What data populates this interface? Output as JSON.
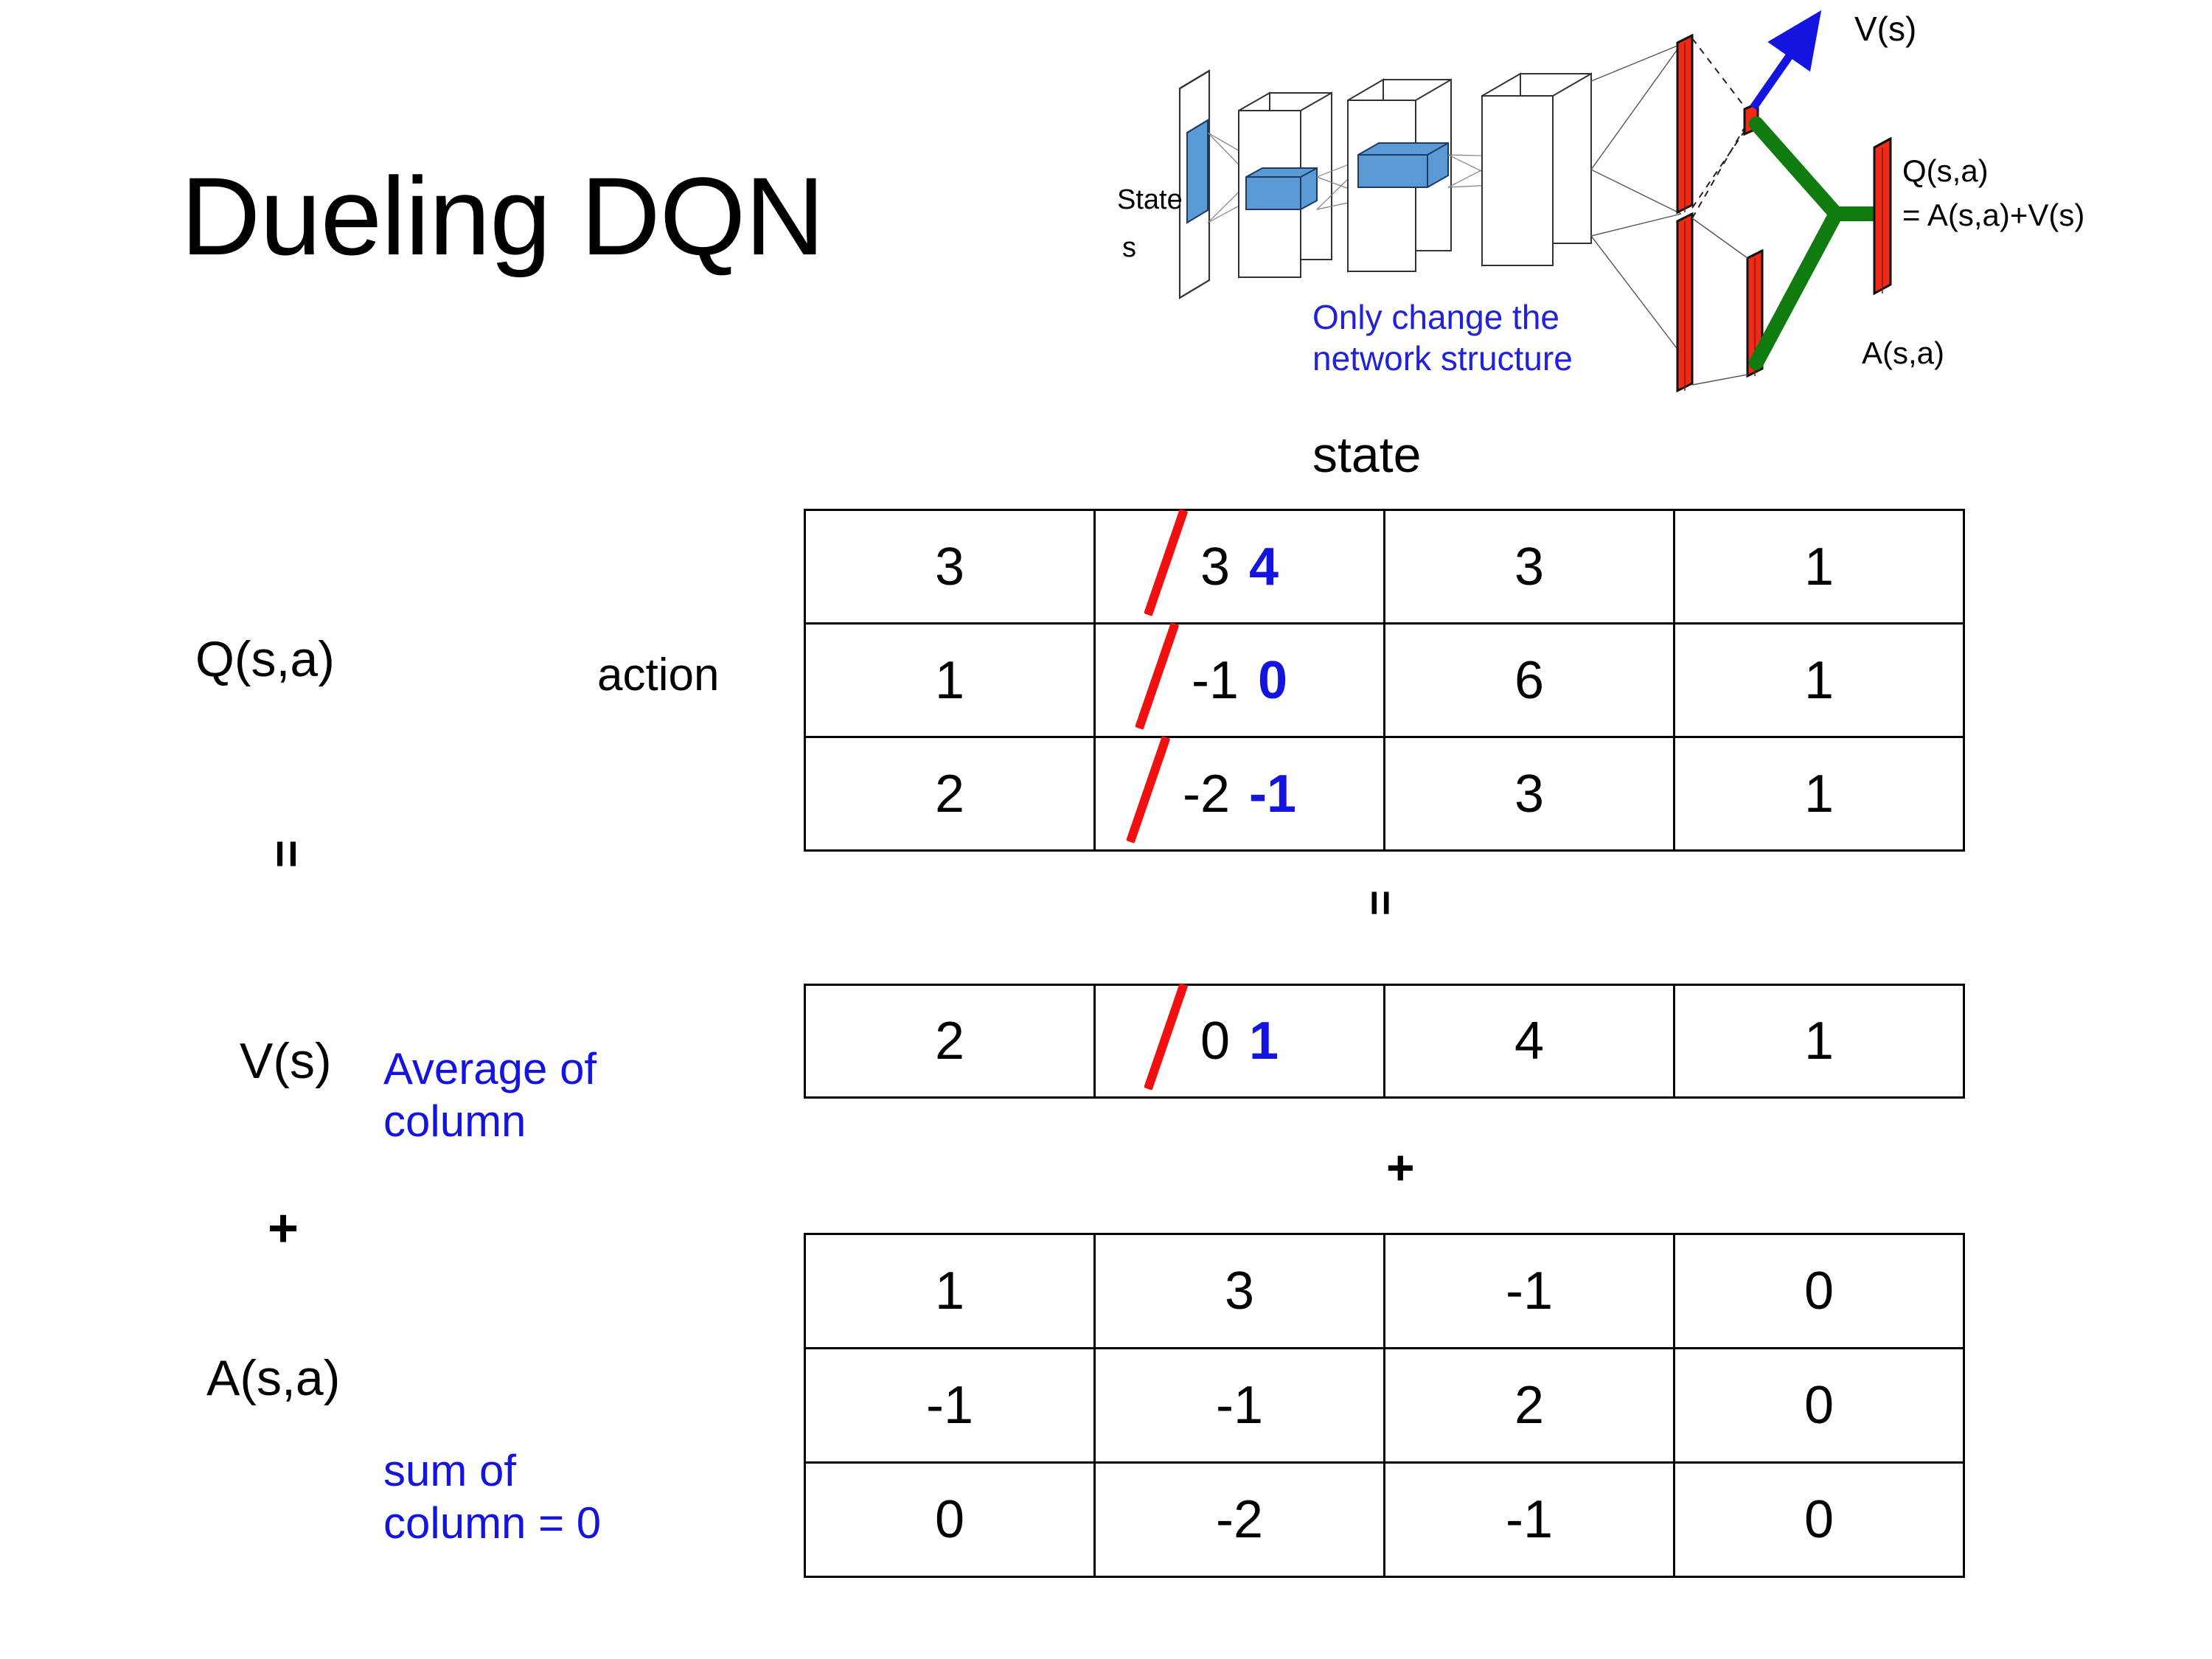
{
  "slide": {
    "title": "Dueling DQN"
  },
  "diagram": {
    "state_label": "State",
    "state_sub": "s",
    "note": "Only change the\nnetwork structure",
    "v_label": "V(s)",
    "a_label": "A(s,a)",
    "q_label_line1": "Q(s,a)",
    "q_label_line2": "= A(s,a)+V(s)",
    "colors": {
      "bar_red": "#EE2B16",
      "bar_blue": "#5B9BD5",
      "arrow_blue": "#1414E0",
      "merge_green": "#107C10",
      "note_blue": "#2020DD"
    }
  },
  "labels": {
    "state_axis": "state",
    "action_axis": "action",
    "q_row": "Q(s,a)",
    "v_row": "V(s)",
    "a_row": "A(s,a)",
    "equals_left": "=",
    "equals_mid": "=",
    "plus_left": "+",
    "plus_mid": "+"
  },
  "notes": {
    "average_of_column": "Average of\ncolumn",
    "sum_of_column": "sum of\ncolumn = 0",
    "color": "#1414E0"
  },
  "chart_data": {
    "type": "table",
    "title": "Dueling DQN value decomposition Q(s,a) = V(s) + A(s,a)",
    "xlabel": "state",
    "ylabel": "action",
    "tables": [
      {
        "name": "Q(s,a)",
        "rows": 3,
        "cols": 4,
        "values": [
          [
            "3",
            "3",
            "3",
            "1"
          ],
          [
            "1",
            "-1",
            "6",
            "1"
          ],
          [
            "2",
            "-2",
            "3",
            "1"
          ]
        ],
        "corrections": [
          {
            "row": 0,
            "col": 1,
            "old": "3",
            "new": "4"
          },
          {
            "row": 1,
            "col": 1,
            "old": "-1",
            "new": "0"
          },
          {
            "row": 2,
            "col": 1,
            "old": "-2",
            "new": "-1"
          }
        ]
      },
      {
        "name": "V(s)",
        "rows": 1,
        "cols": 4,
        "values": [
          [
            "2",
            "0",
            "4",
            "1"
          ]
        ],
        "corrections": [
          {
            "row": 0,
            "col": 1,
            "old": "0",
            "new": "1"
          }
        ]
      },
      {
        "name": "A(s,a)",
        "rows": 3,
        "cols": 4,
        "values": [
          [
            "1",
            "3",
            "-1",
            "0"
          ],
          [
            "-1",
            "-1",
            "2",
            "0"
          ],
          [
            "0",
            "-2",
            "-1",
            "0"
          ]
        ],
        "corrections": []
      }
    ]
  }
}
